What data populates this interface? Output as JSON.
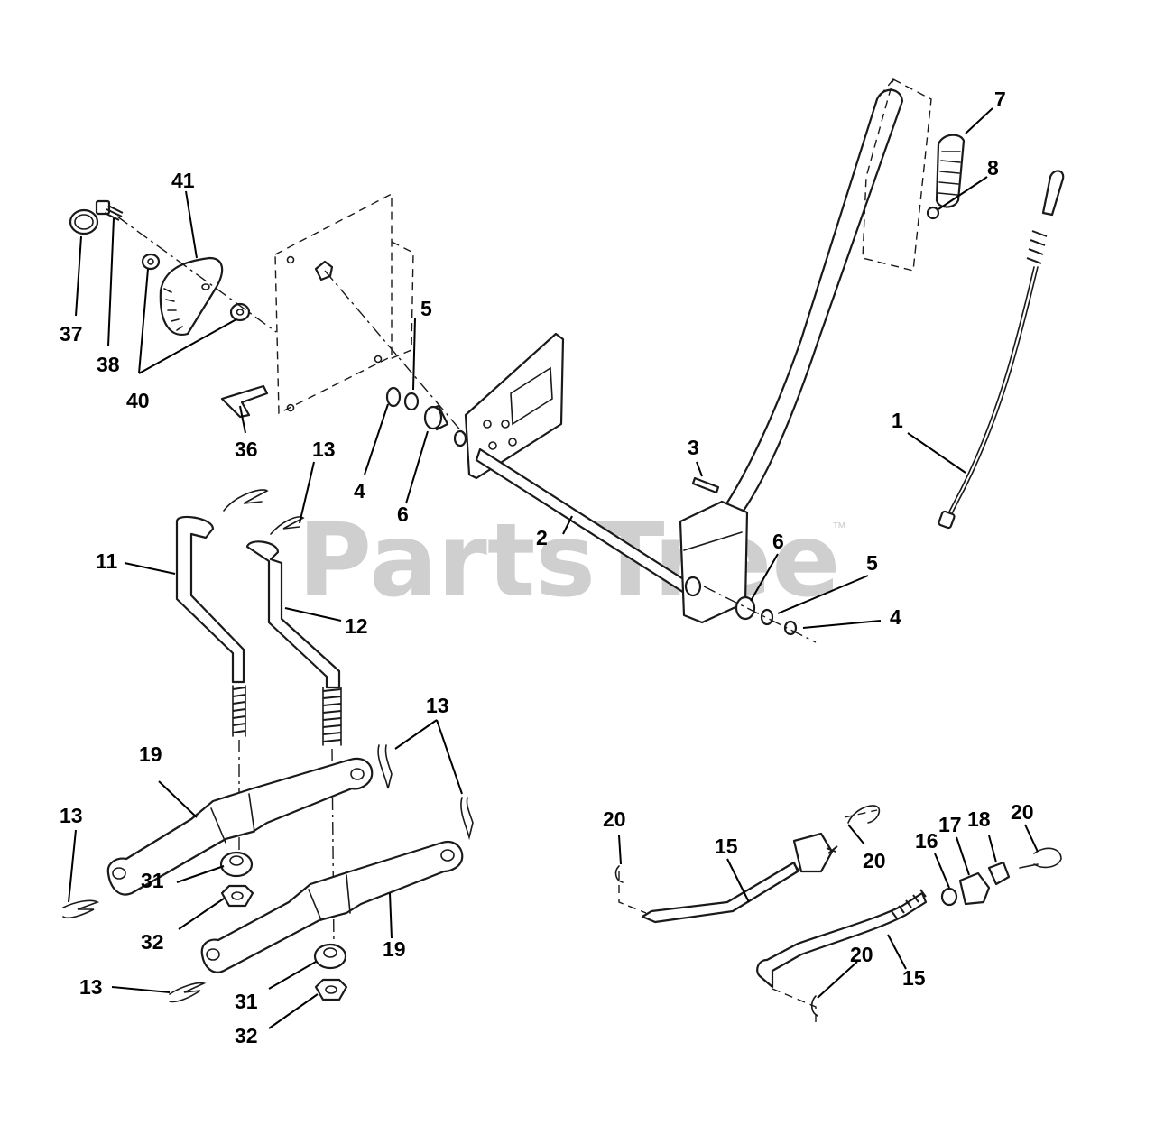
{
  "watermark": {
    "text": "PartsTree",
    "trademark": "™"
  },
  "callouts": {
    "c1": "1",
    "c2": "2",
    "c3": "3",
    "c4a": "4",
    "c4b": "4",
    "c5a": "5",
    "c5b": "5",
    "c6a": "6",
    "c6b": "6",
    "c7": "7",
    "c8": "8",
    "c11": "11",
    "c12": "12",
    "c13a": "13",
    "c13b": "13",
    "c13c": "13",
    "c13d": "13",
    "c15a": "15",
    "c15b": "15",
    "c16": "16",
    "c17": "17",
    "c18": "18",
    "c19a": "19",
    "c19b": "19",
    "c20a": "20",
    "c20b": "20",
    "c20c": "20",
    "c20d": "20",
    "c31a": "31",
    "c31b": "31",
    "c32a": "32",
    "c32b": "32",
    "c36": "36",
    "c37": "37",
    "c38": "38",
    "c40": "40",
    "c41": "41"
  }
}
